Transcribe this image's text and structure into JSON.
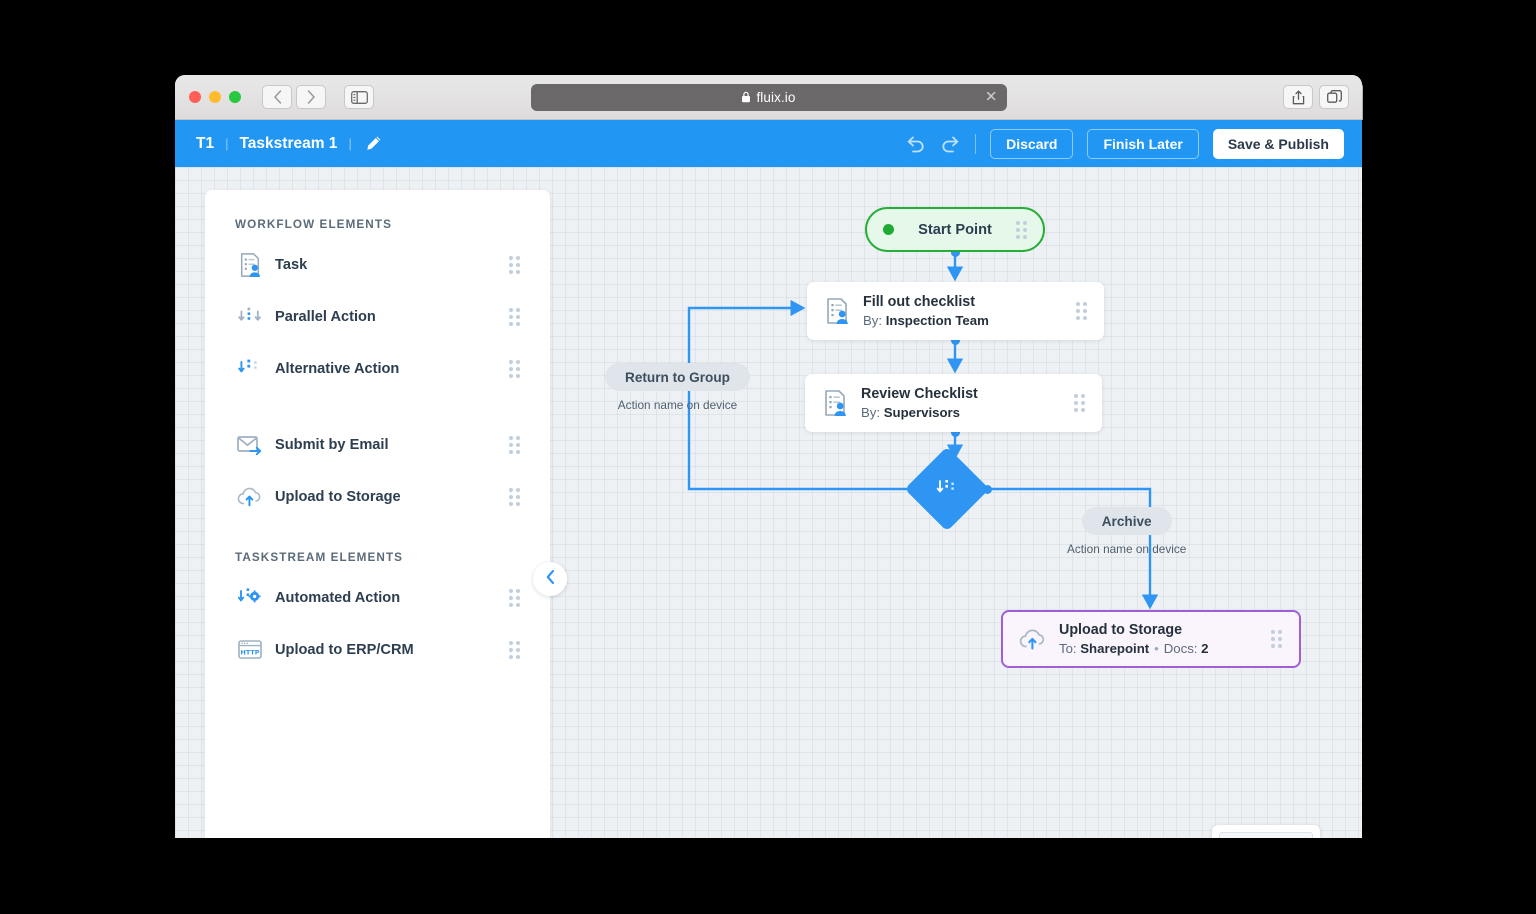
{
  "browser": {
    "url": "fluix.io",
    "lock_icon": "lock-icon",
    "close_icon": "close-icon",
    "back_icon": "chevron-left-icon",
    "forward_icon": "chevron-right-icon",
    "sidebar_icon": "sidebar-toggle-icon",
    "share_icon": "share-icon",
    "tabs_icon": "tabs-icon",
    "new_tab_icon": "plus-icon"
  },
  "toolbar": {
    "workspace": "T1",
    "separator": "|",
    "title": "Taskstream 1",
    "edit_icon": "pencil-icon",
    "undo_icon": "undo-icon",
    "redo_icon": "redo-icon",
    "discard_label": "Discard",
    "finish_later_label": "Finish Later",
    "save_publish_label": "Save & Publish",
    "accent_color": "#2196f3"
  },
  "sidebar": {
    "sections": [
      {
        "title": "WORKFLOW ELEMENTS",
        "items": [
          {
            "label": "Task",
            "icon": "task-icon"
          },
          {
            "label": "Parallel Action",
            "icon": "parallel-action-icon"
          },
          {
            "label": "Alternative Action",
            "icon": "alternative-action-icon"
          },
          {
            "label": "Submit by Email",
            "icon": "email-icon"
          },
          {
            "label": "Upload to Storage",
            "icon": "cloud-upload-icon"
          }
        ]
      },
      {
        "title": "TASKSTREAM ELEMENTS",
        "items": [
          {
            "label": "Automated Action",
            "icon": "automated-action-icon"
          },
          {
            "label": "Upload to ERP/CRM",
            "icon": "http-icon"
          }
        ]
      }
    ],
    "collapse_icon": "chevron-left-icon"
  },
  "flow": {
    "start": {
      "label": "Start Point",
      "border_color": "#27ae38",
      "fill_color": "#e6f8ea"
    },
    "nodes": [
      {
        "title": "Fill out checklist",
        "meta_prefix": "By:",
        "meta_value": "Inspection Team",
        "icon": "task-icon"
      },
      {
        "title": "Review Checklist",
        "meta_prefix": "By:",
        "meta_value": "Supervisors",
        "icon": "task-icon"
      }
    ],
    "branch": {
      "icon": "alternative-action-icon",
      "color": "#2e95f2"
    },
    "labels": [
      {
        "pill": "Return to Group",
        "caption": "Action name on device"
      },
      {
        "pill": "Archive",
        "caption": "Action name on device"
      }
    ],
    "upload": {
      "title": "Upload to Storage",
      "to_prefix": "To:",
      "to_value": "Sharepoint",
      "docs_prefix": "Docs:",
      "docs_value": "2",
      "border_color": "#a05fd4",
      "fill_color": "#faf4fd",
      "icon": "cloud-upload-icon"
    },
    "connector_color": "#2e95f2"
  },
  "minimap": {
    "name": "minimap"
  }
}
